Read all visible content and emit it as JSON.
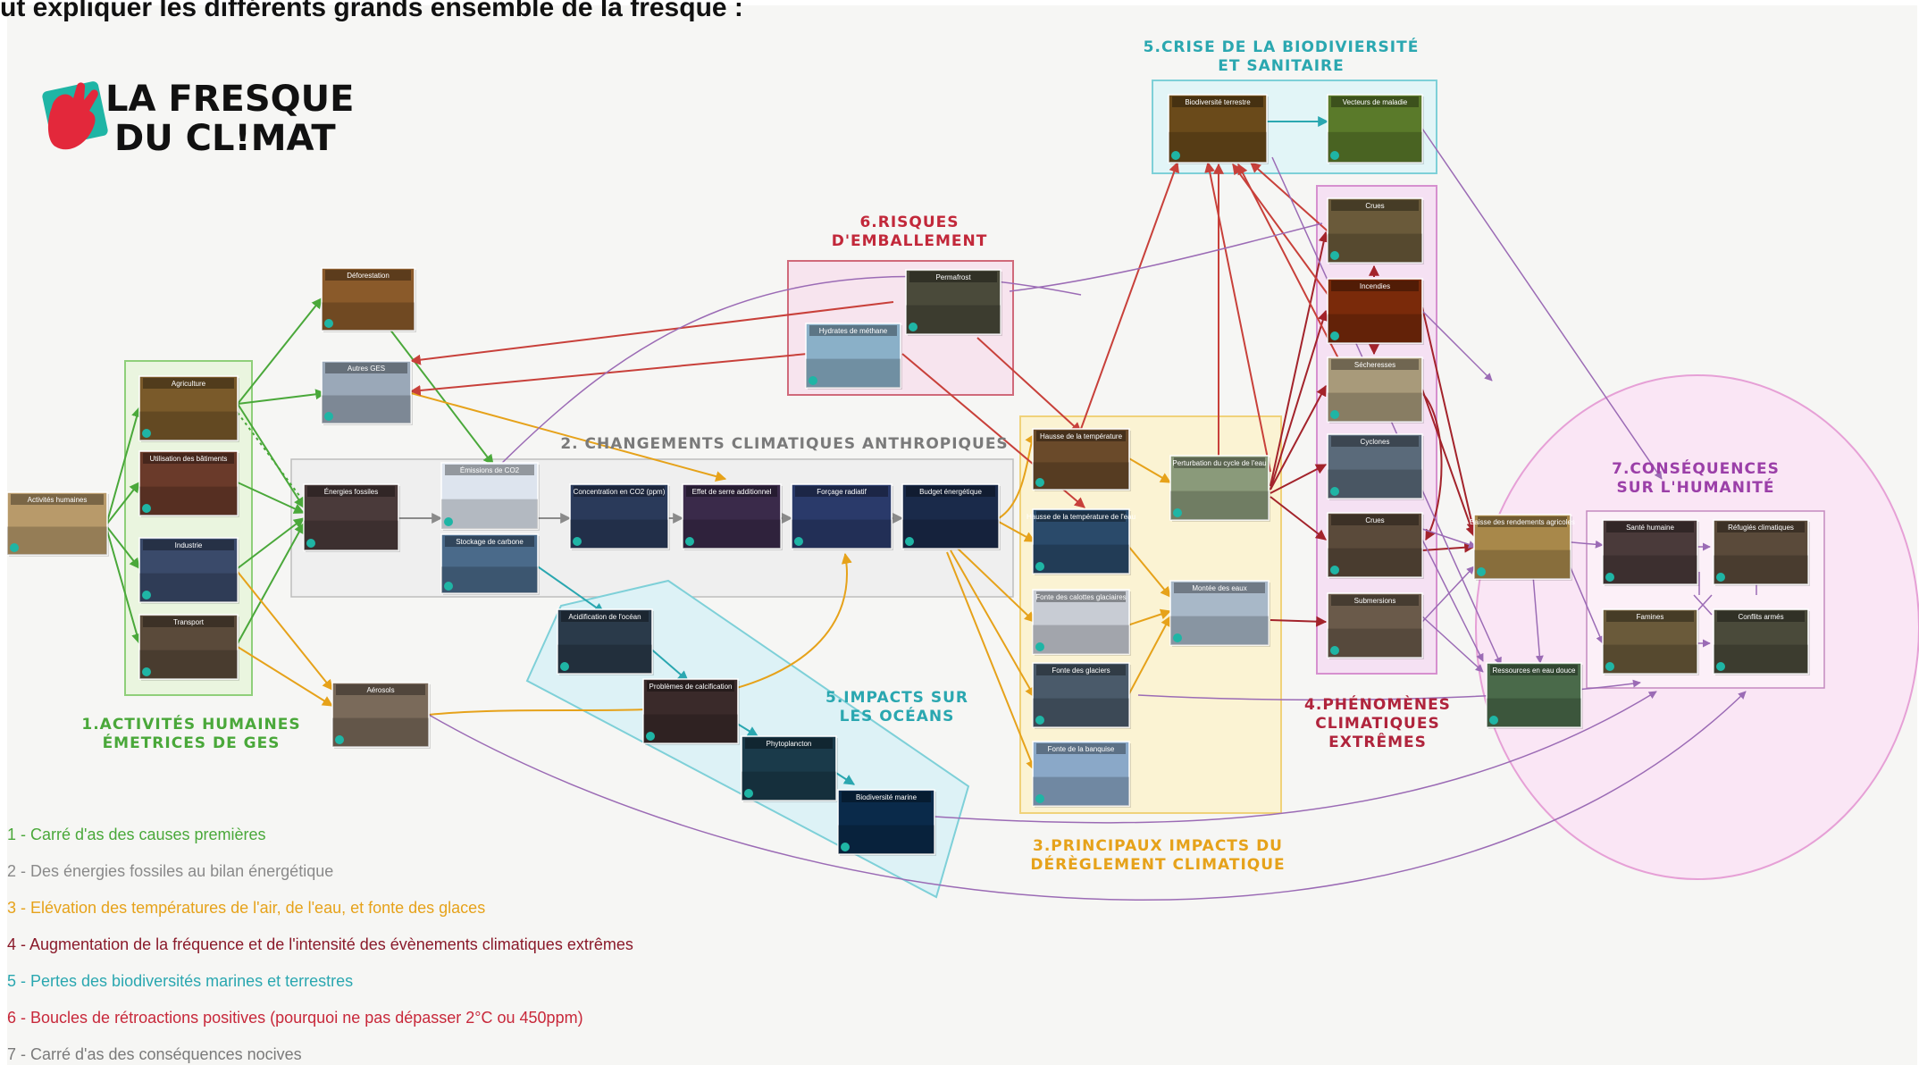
{
  "header_text": "ut expliquer les différents grands ensemble de la fresque :",
  "logo": {
    "line1": "LA FRESQUE",
    "line2": "DU CL!MAT",
    "hand_color": "#e3283b",
    "bg_color": "#1fb5a5"
  },
  "colors": {
    "green": "#4aa83a",
    "gray": "#8a8a8a",
    "orange": "#e6a21a",
    "darkred": "#a3232b",
    "teal": "#2aa7b0",
    "red": "#c8403a",
    "purple": "#9b6bb5",
    "pink": "#c94fb6"
  },
  "sections": [
    {
      "id": "s1",
      "lines": [
        "1.ACTIVITÉS HUMAINES",
        "ÉMETRICES DE GES"
      ],
      "color": "#4aa83a"
    },
    {
      "id": "s2",
      "lines": [
        "2. CHANGEMENTS CLIMATIQUES ANTHROPIQUES"
      ],
      "color": "#7a7a7a"
    },
    {
      "id": "s3",
      "lines": [
        "3.PRINCIPAUX IMPACTS DU",
        "DÉRÈGLEMENT CLIMATIQUE"
      ],
      "color": "#e6a21a"
    },
    {
      "id": "s4",
      "lines": [
        "4.PHÉNOMÈNES",
        "CLIMATIQUES",
        "EXTRÊMES"
      ],
      "color": "#b0243c"
    },
    {
      "id": "s5a",
      "lines": [
        "5.CRISE DE LA BIODIVIERSITÉ",
        "ET SANITAIRE"
      ],
      "color": "#2aa7b0"
    },
    {
      "id": "s5b",
      "lines": [
        "5.IMPACTS SUR",
        "LES OCÉANS"
      ],
      "color": "#2aa7b0"
    },
    {
      "id": "s6",
      "lines": [
        "6.RISQUES",
        "D'EMBALLEMENT"
      ],
      "color": "#c2283a"
    },
    {
      "id": "s7",
      "lines": [
        "7.CONSÉQUENCES",
        "SUR L'HUMANITÉ"
      ],
      "color": "#9b3fa8"
    }
  ],
  "cards": [
    {
      "id": "activites",
      "label": "Activités humaines",
      "color": "#b89a6a"
    },
    {
      "id": "agriculture",
      "label": "Agriculture",
      "color": "#7a5a2a"
    },
    {
      "id": "batiments",
      "label": "Utilisation des bâtiments",
      "color": "#6a3a2a"
    },
    {
      "id": "industrie",
      "label": "Industrie",
      "color": "#3a4a6a"
    },
    {
      "id": "transport",
      "label": "Transport",
      "color": "#5a4a3a"
    },
    {
      "id": "deforestation",
      "label": "Déforestation",
      "color": "#8a5a2a"
    },
    {
      "id": "autres_ges",
      "label": "Autres GES",
      "color": "#9aa8b8"
    },
    {
      "id": "aerosols",
      "label": "Aérosols",
      "color": "#7a6a5a"
    },
    {
      "id": "energies",
      "label": "Énergies fossiles",
      "color": "#4a3a3a"
    },
    {
      "id": "emissions",
      "label": "Émissions de CO2",
      "color": "#dde4ee"
    },
    {
      "id": "puits",
      "label": "Stockage de carbone",
      "color": "#4a6a8a"
    },
    {
      "id": "concentration",
      "label": "Concentration en CO2 (ppm)",
      "color": "#2a3a5a"
    },
    {
      "id": "effet_serre",
      "label": "Effet de serre additionnel",
      "color": "#3a2a4a"
    },
    {
      "id": "forcage",
      "label": "Forçage radiatif",
      "color": "#2a3a6a"
    },
    {
      "id": "bilan",
      "label": "Budget énergétique",
      "color": "#1a2a4a"
    },
    {
      "id": "permafrost",
      "label": "Permafrost",
      "color": "#4a4a3a"
    },
    {
      "id": "hydrates",
      "label": "Hydrates de méthane",
      "color": "#8ab0c8"
    },
    {
      "id": "acidification",
      "label": "Acidification de l'océan",
      "color": "#2a3a4a"
    },
    {
      "id": "calcification",
      "label": "Problèmes de calcification",
      "color": "#3a2a2a"
    },
    {
      "id": "phyto",
      "label": "Phytoplancton",
      "color": "#1a3a4a"
    },
    {
      "id": "bio_marine",
      "label": "Biodiversité marine",
      "color": "#0a2a4a"
    },
    {
      "id": "hausse_temp",
      "label": "Hausse de la température",
      "color": "#6a4a2a"
    },
    {
      "id": "hausse_eau",
      "label": "Hausse de la température de l'eau",
      "color": "#2a4a6a"
    },
    {
      "id": "fonte_glaces",
      "label": "Fonte des calottes glaciaires",
      "color": "#c8ccd4"
    },
    {
      "id": "fonte_glaciers",
      "label": "Fonte des glaciers",
      "color": "#4a5a6a"
    },
    {
      "id": "banquise",
      "label": "Fonte de la banquise",
      "color": "#8aa8c8"
    },
    {
      "id": "perturbation",
      "label": "Perturbation du cycle de l'eau",
      "color": "#8a9a7a"
    },
    {
      "id": "montee_eaux",
      "label": "Montée des eaux",
      "color": "#a8b8c8"
    },
    {
      "id": "bio_terrestre",
      "label": "Biodiversité terrestre",
      "color": "#6a4a1a"
    },
    {
      "id": "vecteurs",
      "label": "Vecteurs de maladie",
      "color": "#5a7a2a"
    },
    {
      "id": "crues",
      "label": "Crues",
      "color": "#6a5a3a"
    },
    {
      "id": "incendies",
      "label": "Incendies",
      "color": "#7a2a0a"
    },
    {
      "id": "secheresses",
      "label": "Sécheresses",
      "color": "#a89a7a"
    },
    {
      "id": "cyclones",
      "label": "Cyclones",
      "color": "#5a6a7a"
    },
    {
      "id": "famines",
      "label": "Crues",
      "color": "#5a4a3a"
    },
    {
      "id": "submersions",
      "label": "Submersions",
      "color": "#6a5a4a"
    },
    {
      "id": "rendements",
      "label": "Baisse des rendements agricoles",
      "color": "#a8884a"
    },
    {
      "id": "ressources",
      "label": "Ressources en eau douce",
      "color": "#4a6a4a"
    },
    {
      "id": "sante",
      "label": "Santé humaine",
      "color": "#4a3a3a"
    },
    {
      "id": "refugies",
      "label": "Réfugiés climatiques",
      "color": "#5a4a3a"
    },
    {
      "id": "famine_h",
      "label": "Famines",
      "color": "#6a5a3a"
    },
    {
      "id": "conflits",
      "label": "Conflits armés",
      "color": "#4a4a3a"
    }
  ],
  "legend": [
    {
      "text": "1 - Carré d'as des causes premières",
      "color": "#4aa83a"
    },
    {
      "text": "2 - Des énergies fossiles au bilan énergétique",
      "color": "#8a8a8a"
    },
    {
      "text": "3 - Elévation des températures de l'air, de l'eau, et fonte des glaces",
      "color": "#e6a21a"
    },
    {
      "text": "4 - Augmentation de la fréquence et de l'intensité des évènements climatiques extrêmes",
      "color": "#8a1a2a"
    },
    {
      "text": "5 - Pertes des biodiversités marines et terrestres",
      "color": "#2aa7b0"
    },
    {
      "text": "6 - Boucles de rétroactions positives (pourquoi ne pas dépasser 2°C ou 450ppm)",
      "color": "#c8283a"
    },
    {
      "text": "7 - Carré d'as des conséquences nocives",
      "color": "#7a7a7a"
    }
  ]
}
